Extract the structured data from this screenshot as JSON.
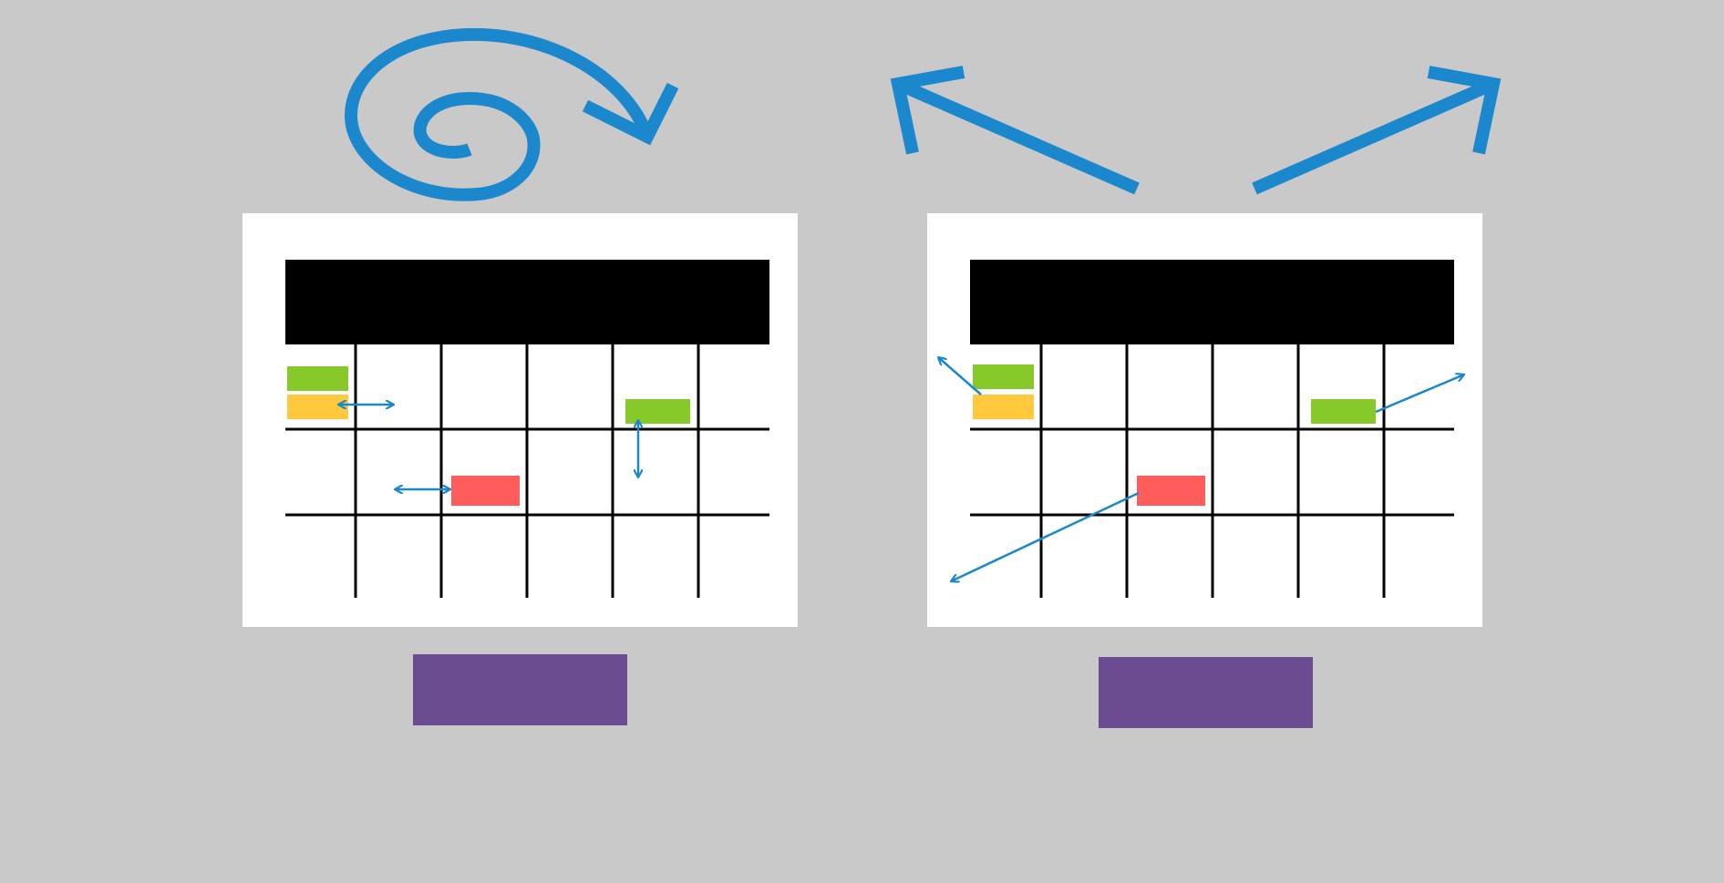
{
  "colors": {
    "background": "#c9c9c9",
    "panel": "#ffffff",
    "header": "#000000",
    "grid": "#000000",
    "arrow": "#1b87cc",
    "button": "#6b4c91",
    "green_event": "#88c92a",
    "yellow_event": "#ffc83d",
    "red_event": "#ff5c5c"
  },
  "icons": {
    "left_top": "spiral-arrow-icon",
    "right_top_left": "diagonal-arrow-up-left-icon",
    "right_top_right": "diagonal-arrow-up-right-icon",
    "left_panel_arrows": "small-bidirectional-arrow-icon",
    "right_panel_arrows": "small-diagonal-arrow-icon"
  },
  "panels": [
    {
      "name": "left-calendar",
      "header_text": "",
      "events": [
        {
          "color": "green",
          "label": ""
        },
        {
          "color": "yellow",
          "label": ""
        },
        {
          "color": "green",
          "label": ""
        },
        {
          "color": "red",
          "label": ""
        }
      ],
      "button_label": ""
    },
    {
      "name": "right-calendar",
      "header_text": "",
      "events": [
        {
          "color": "green",
          "label": ""
        },
        {
          "color": "yellow",
          "label": ""
        },
        {
          "color": "green",
          "label": ""
        },
        {
          "color": "red",
          "label": ""
        }
      ],
      "button_label": ""
    }
  ]
}
